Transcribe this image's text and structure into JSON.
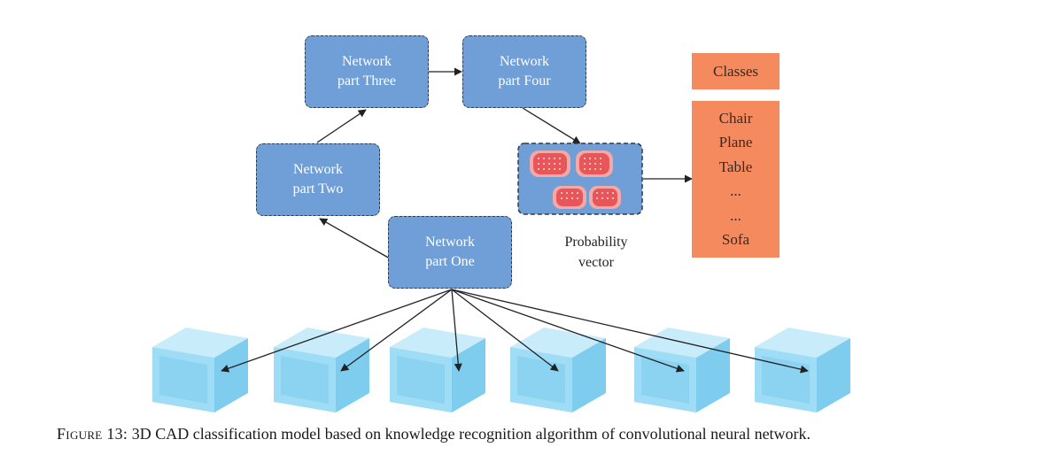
{
  "nodes": {
    "part_one": [
      "Network",
      "part One"
    ],
    "part_two": [
      "Network",
      "part Two"
    ],
    "part_three": [
      "Network",
      "part Three"
    ],
    "part_four": [
      "Network",
      "part Four"
    ]
  },
  "probability_label": [
    "Probability",
    "vector"
  ],
  "classes_header": "Classes",
  "classes": [
    "Chair",
    "Plane",
    "Table",
    "...",
    "...",
    "Sofa"
  ],
  "caption": {
    "figure": "Figure 13:",
    "text": "3D CAD classification model based on knowledge recognition algorithm of convolutional neural network."
  },
  "colors": {
    "network_box": "#6f9fd6",
    "classes_panel": "#f58a5e",
    "cube_face": "#9fdcf5",
    "probability_cell": "#e8565a"
  }
}
